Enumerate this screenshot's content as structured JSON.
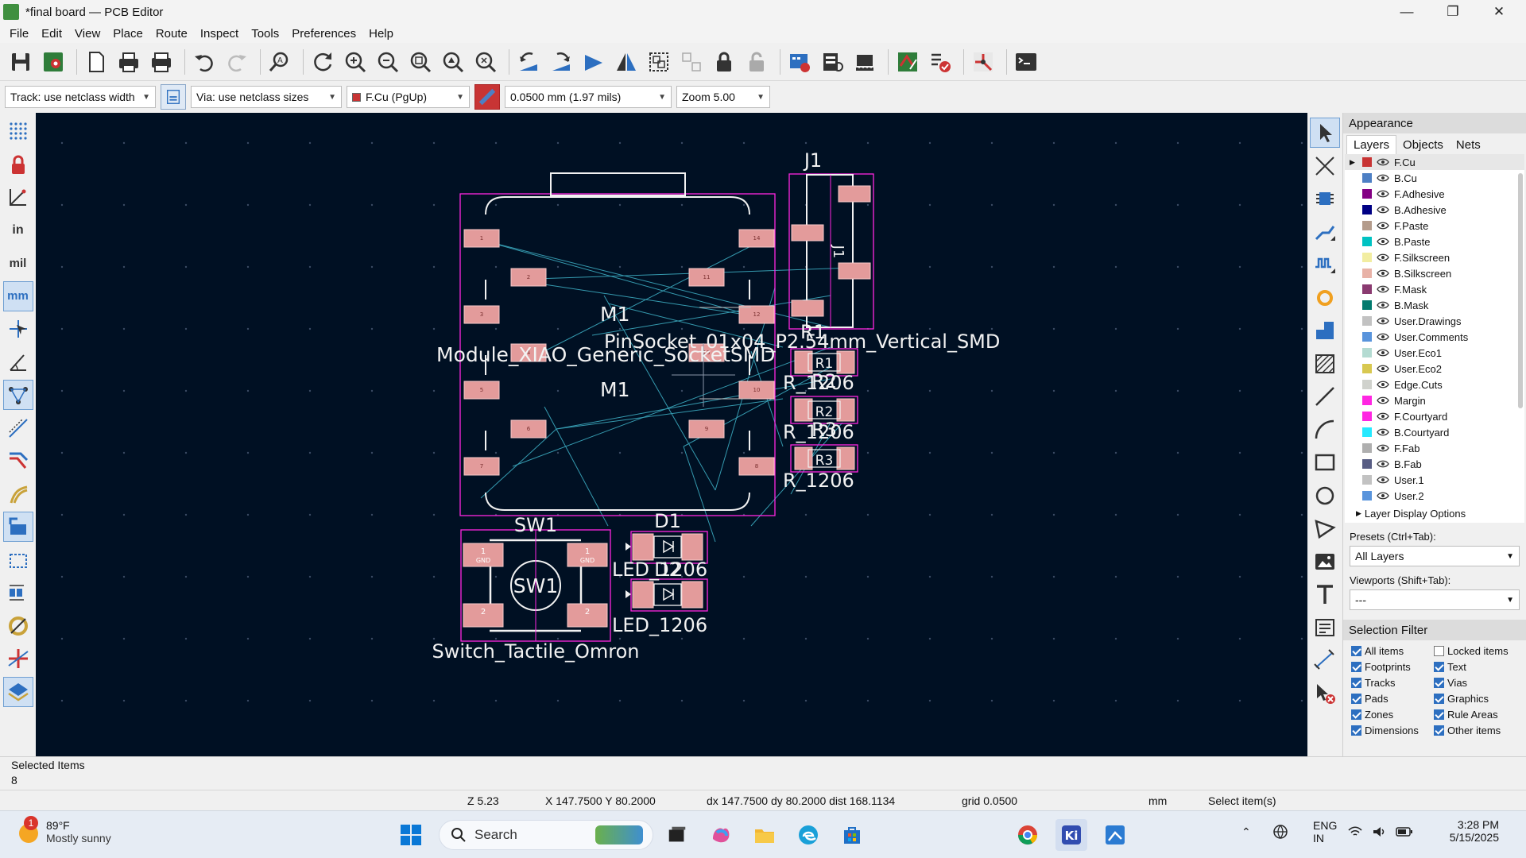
{
  "window": {
    "title": "*final board — PCB Editor",
    "minimize": "—",
    "maximize": "❐",
    "close": "✕"
  },
  "menu": [
    "File",
    "Edit",
    "View",
    "Place",
    "Route",
    "Inspect",
    "Tools",
    "Preferences",
    "Help"
  ],
  "toolbar2": {
    "track": "Track: use netclass width",
    "via": "Via: use netclass sizes",
    "layer": "F.Cu (PgUp)",
    "grid": "0.0500 mm (1.97 mils)",
    "zoom": "Zoom 5.00"
  },
  "left_tools": {
    "in": "in",
    "mil": "mil",
    "mm": "mm"
  },
  "board": {
    "ref_j1": "J1",
    "j1_silk": "J1",
    "value_j1": "PinSocket_01x04_P2.54mm_Vertical_SMD",
    "ref_m1": "M1",
    "ref_m1_fab": "M1",
    "value_m1": "Module_XIAO_Generic_SocketSMD",
    "ref_r1": "R1",
    "ref_r2": "R2",
    "ref_r3": "R3",
    "r1_fab": "R1",
    "r2_fab": "R2",
    "r3_fab": "R3",
    "value_r": "R_1206",
    "ref_sw1": "SW1",
    "sw1_fab": "SW1",
    "value_sw1": "Switch_Tactile_Omron",
    "ref_d1": "D1",
    "ref_d2": "D2",
    "value_led": "LED_1206",
    "m1_pads": [
      "1",
      "2",
      "3",
      "4",
      "5",
      "6",
      "7",
      "8",
      "9",
      "10",
      "11",
      "12",
      "13",
      "14"
    ],
    "sw_pads": [
      "1",
      "1",
      "2",
      "2"
    ],
    "sw_pad_nets": [
      "GND",
      "GND"
    ]
  },
  "appearance": {
    "header": "Appearance",
    "tabs": [
      "Layers",
      "Objects",
      "Nets"
    ],
    "layers": [
      {
        "name": "F.Cu",
        "color": "#c83434"
      },
      {
        "name": "B.Cu",
        "color": "#4d7fc4"
      },
      {
        "name": "F.Adhesive",
        "color": "#840084"
      },
      {
        "name": "B.Adhesive",
        "color": "#000084"
      },
      {
        "name": "F.Paste",
        "color": "#b49c8c"
      },
      {
        "name": "B.Paste",
        "color": "#00c2c2"
      },
      {
        "name": "F.Silkscreen",
        "color": "#f2eda1"
      },
      {
        "name": "B.Silkscreen",
        "color": "#e8b2a7"
      },
      {
        "name": "F.Mask",
        "color": "#8a3a70"
      },
      {
        "name": "B.Mask",
        "color": "#027a6e"
      },
      {
        "name": "User.Drawings",
        "color": "#c2c2c2"
      },
      {
        "name": "User.Comments",
        "color": "#5994dc"
      },
      {
        "name": "User.Eco1",
        "color": "#b4dbd2"
      },
      {
        "name": "User.Eco2",
        "color": "#d8c850"
      },
      {
        "name": "Edge.Cuts",
        "color": "#d0d2cd"
      },
      {
        "name": "Margin",
        "color": "#ff26e2"
      },
      {
        "name": "F.Courtyard",
        "color": "#ff26e2"
      },
      {
        "name": "B.Courtyard",
        "color": "#26e9ff"
      },
      {
        "name": "F.Fab",
        "color": "#afafaf"
      },
      {
        "name": "B.Fab",
        "color": "#585d84"
      },
      {
        "name": "User.1",
        "color": "#c2c2c2"
      },
      {
        "name": "User.2",
        "color": "#5994dc"
      }
    ],
    "layer_display_options": "Layer Display Options",
    "presets_label": "Presets (Ctrl+Tab):",
    "presets_value": "All Layers",
    "viewports_label": "Viewports (Shift+Tab):",
    "viewports_value": "---"
  },
  "selection_filter": {
    "header": "Selection Filter",
    "items": [
      {
        "label": "All items",
        "checked": true
      },
      {
        "label": "Locked items",
        "checked": false
      },
      {
        "label": "Footprints",
        "checked": true
      },
      {
        "label": "Text",
        "checked": true
      },
      {
        "label": "Tracks",
        "checked": true
      },
      {
        "label": "Vias",
        "checked": true
      },
      {
        "label": "Pads",
        "checked": true
      },
      {
        "label": "Graphics",
        "checked": true
      },
      {
        "label": "Zones",
        "checked": true
      },
      {
        "label": "Rule Areas",
        "checked": true
      },
      {
        "label": "Dimensions",
        "checked": true
      },
      {
        "label": "Other items",
        "checked": true
      }
    ]
  },
  "message_panel": {
    "label": "Selected Items",
    "value": "8"
  },
  "status": {
    "zoom": "Z 5.23",
    "coords": "X 147.7500  Y 80.2000",
    "delta": "dx 147.7500  dy 80.2000  dist 168.1134",
    "grid": "grid 0.0500",
    "units": "mm",
    "mode": "Select item(s)"
  },
  "taskbar": {
    "weather_temp": "89°F",
    "weather_desc": "Mostly sunny",
    "weather_badge": "1",
    "search": "Search",
    "lang1": "ENG",
    "lang2": "IN",
    "time": "3:28 PM",
    "date": "5/15/2025"
  },
  "colors": {
    "canvas_bg": "#001023",
    "pad": "#e39b9b",
    "courtyard": "#ff26e2",
    "silk": "#f2eda1",
    "ratsnest": "#3fb3c8",
    "text": "#f2f2f2"
  }
}
